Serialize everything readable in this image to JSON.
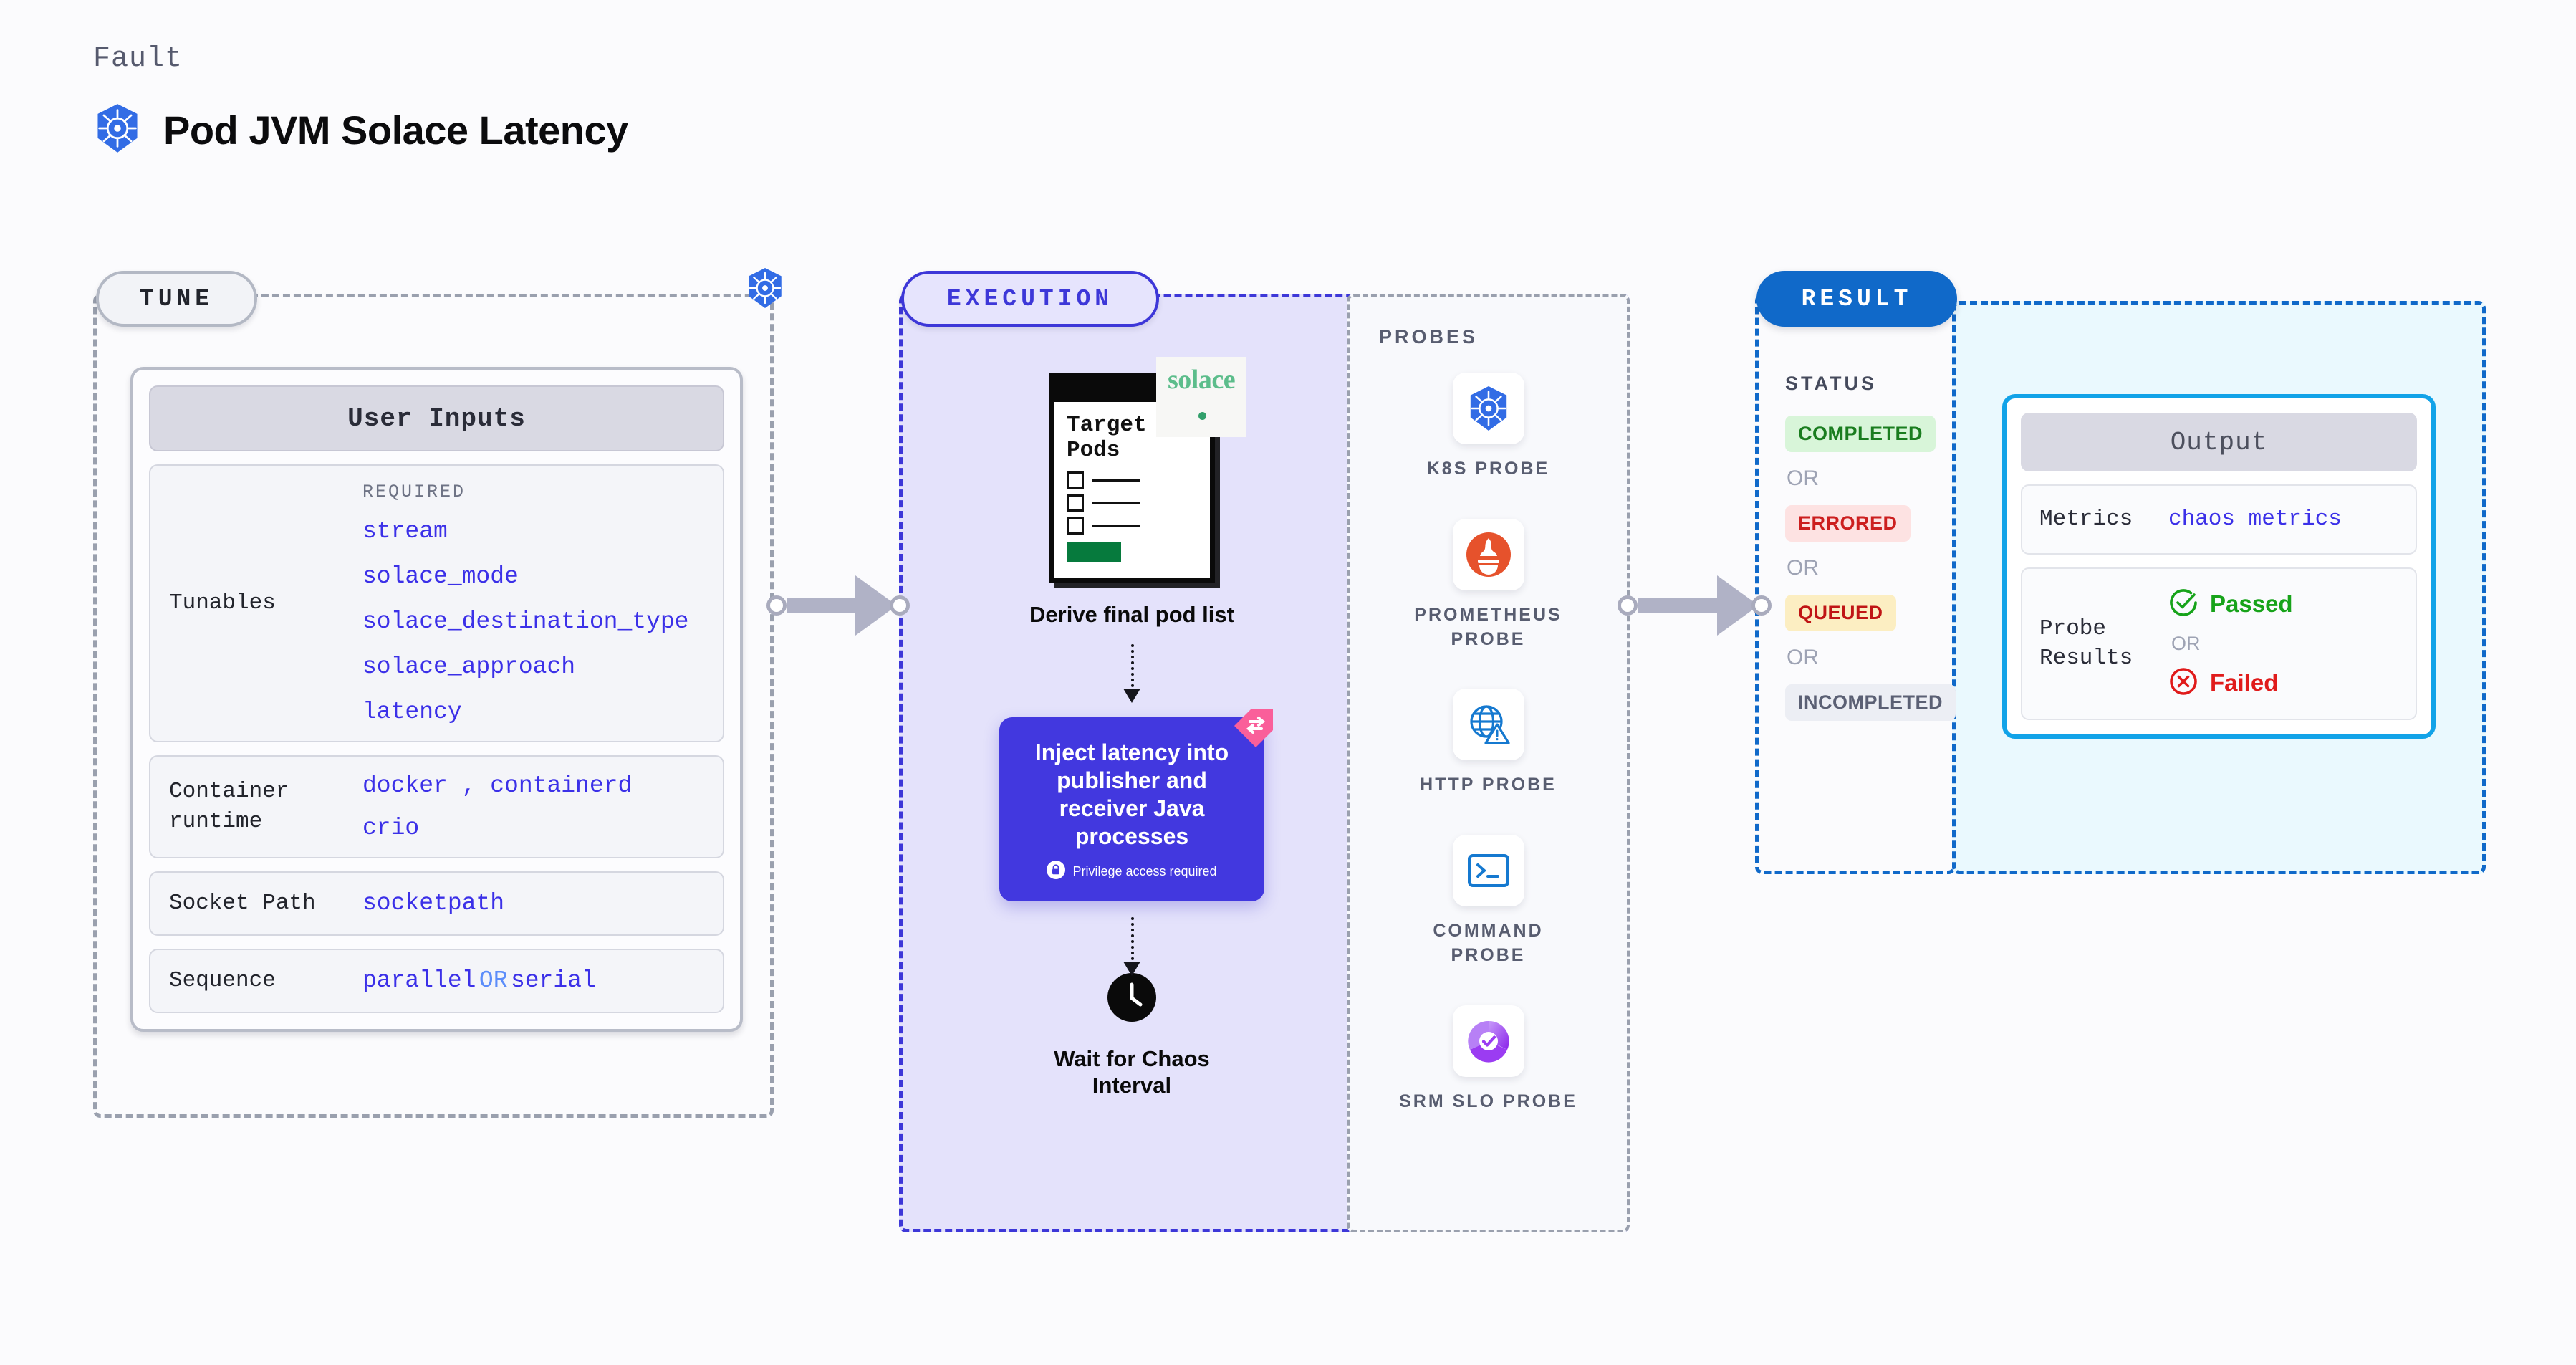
{
  "header": {
    "eyebrow": "Fault",
    "title": "Pod JVM Solace Latency",
    "icon": "kubernetes-icon"
  },
  "colors": {
    "accent_purple": "#3b30e8",
    "inject_card": "#4238df",
    "result_blue": "#1069c9",
    "output_border": "#12a3e8",
    "solace_green": "#5cbd8b",
    "ribbon_pink": "#fa5f9a"
  },
  "stages": {
    "tune": {
      "pill_label": "TUNE"
    },
    "execution": {
      "pill_label": "EXECUTION"
    },
    "result": {
      "pill_label": "RESULT"
    }
  },
  "tune": {
    "card_title": "User Inputs",
    "tunables": {
      "label": "Tunables",
      "required_label": "REQUIRED",
      "items": [
        "stream",
        "solace_mode",
        "solace_destination_type",
        "solace_approach",
        "latency"
      ]
    },
    "rows": [
      {
        "label": "Container runtime",
        "values_line1": "docker , containerd",
        "values_line2": "crio"
      },
      {
        "label": "Socket Path",
        "values_line1": "socketpath",
        "values_line2": ""
      }
    ],
    "sequence": {
      "label": "Sequence",
      "value_a": "parallel",
      "separator": "OR",
      "value_b": "serial"
    }
  },
  "execution": {
    "pod_card": {
      "title_line1": "Target",
      "title_line2": "Pods",
      "logo_text": "solace",
      "logo_name": "solace-logo"
    },
    "step1_caption": "Derive final pod list",
    "inject_card": {
      "title": "Inject latency into publisher and receiver Java processes",
      "privilege_note": "Privilege access required",
      "lock_icon": "lock-icon",
      "ribbon_icon": "swap-ribbon-icon"
    },
    "step3_caption_line1": "Wait for Chaos",
    "step3_caption_line2": "Interval",
    "clock_icon": "clock-icon"
  },
  "probes": {
    "title": "PROBES",
    "items": [
      {
        "label": "K8S PROBE",
        "icon": "kubernetes-icon"
      },
      {
        "label": "PROMETHEUS PROBE",
        "icon": "prometheus-icon"
      },
      {
        "label": "HTTP PROBE",
        "icon": "http-globe-icon"
      },
      {
        "label": "COMMAND PROBE",
        "icon": "terminal-icon"
      },
      {
        "label": "SRM SLO PROBE",
        "icon": "srm-slo-icon"
      }
    ]
  },
  "result": {
    "status_title": "STATUS",
    "or_label": "OR",
    "statuses": [
      {
        "label": "COMPLETED",
        "bg": "#d8f5d9",
        "fg": "#1a7d1f"
      },
      {
        "label": "ERRORED",
        "bg": "#fde2e2",
        "fg": "#cc1f1f"
      },
      {
        "label": "QUEUED",
        "bg": "#fceec2",
        "fg": "#c01515"
      },
      {
        "label": "INCOMPLETED",
        "bg": "#eceef4",
        "fg": "#5b6074"
      }
    ]
  },
  "output": {
    "title": "Output",
    "metrics": {
      "label": "Metrics",
      "value": "chaos metrics"
    },
    "probe_results": {
      "label": "Probe Results",
      "passed": "Passed",
      "or_label": "OR",
      "failed": "Failed",
      "passed_icon": "check-circle-icon",
      "failed_icon": "x-circle-icon"
    }
  }
}
